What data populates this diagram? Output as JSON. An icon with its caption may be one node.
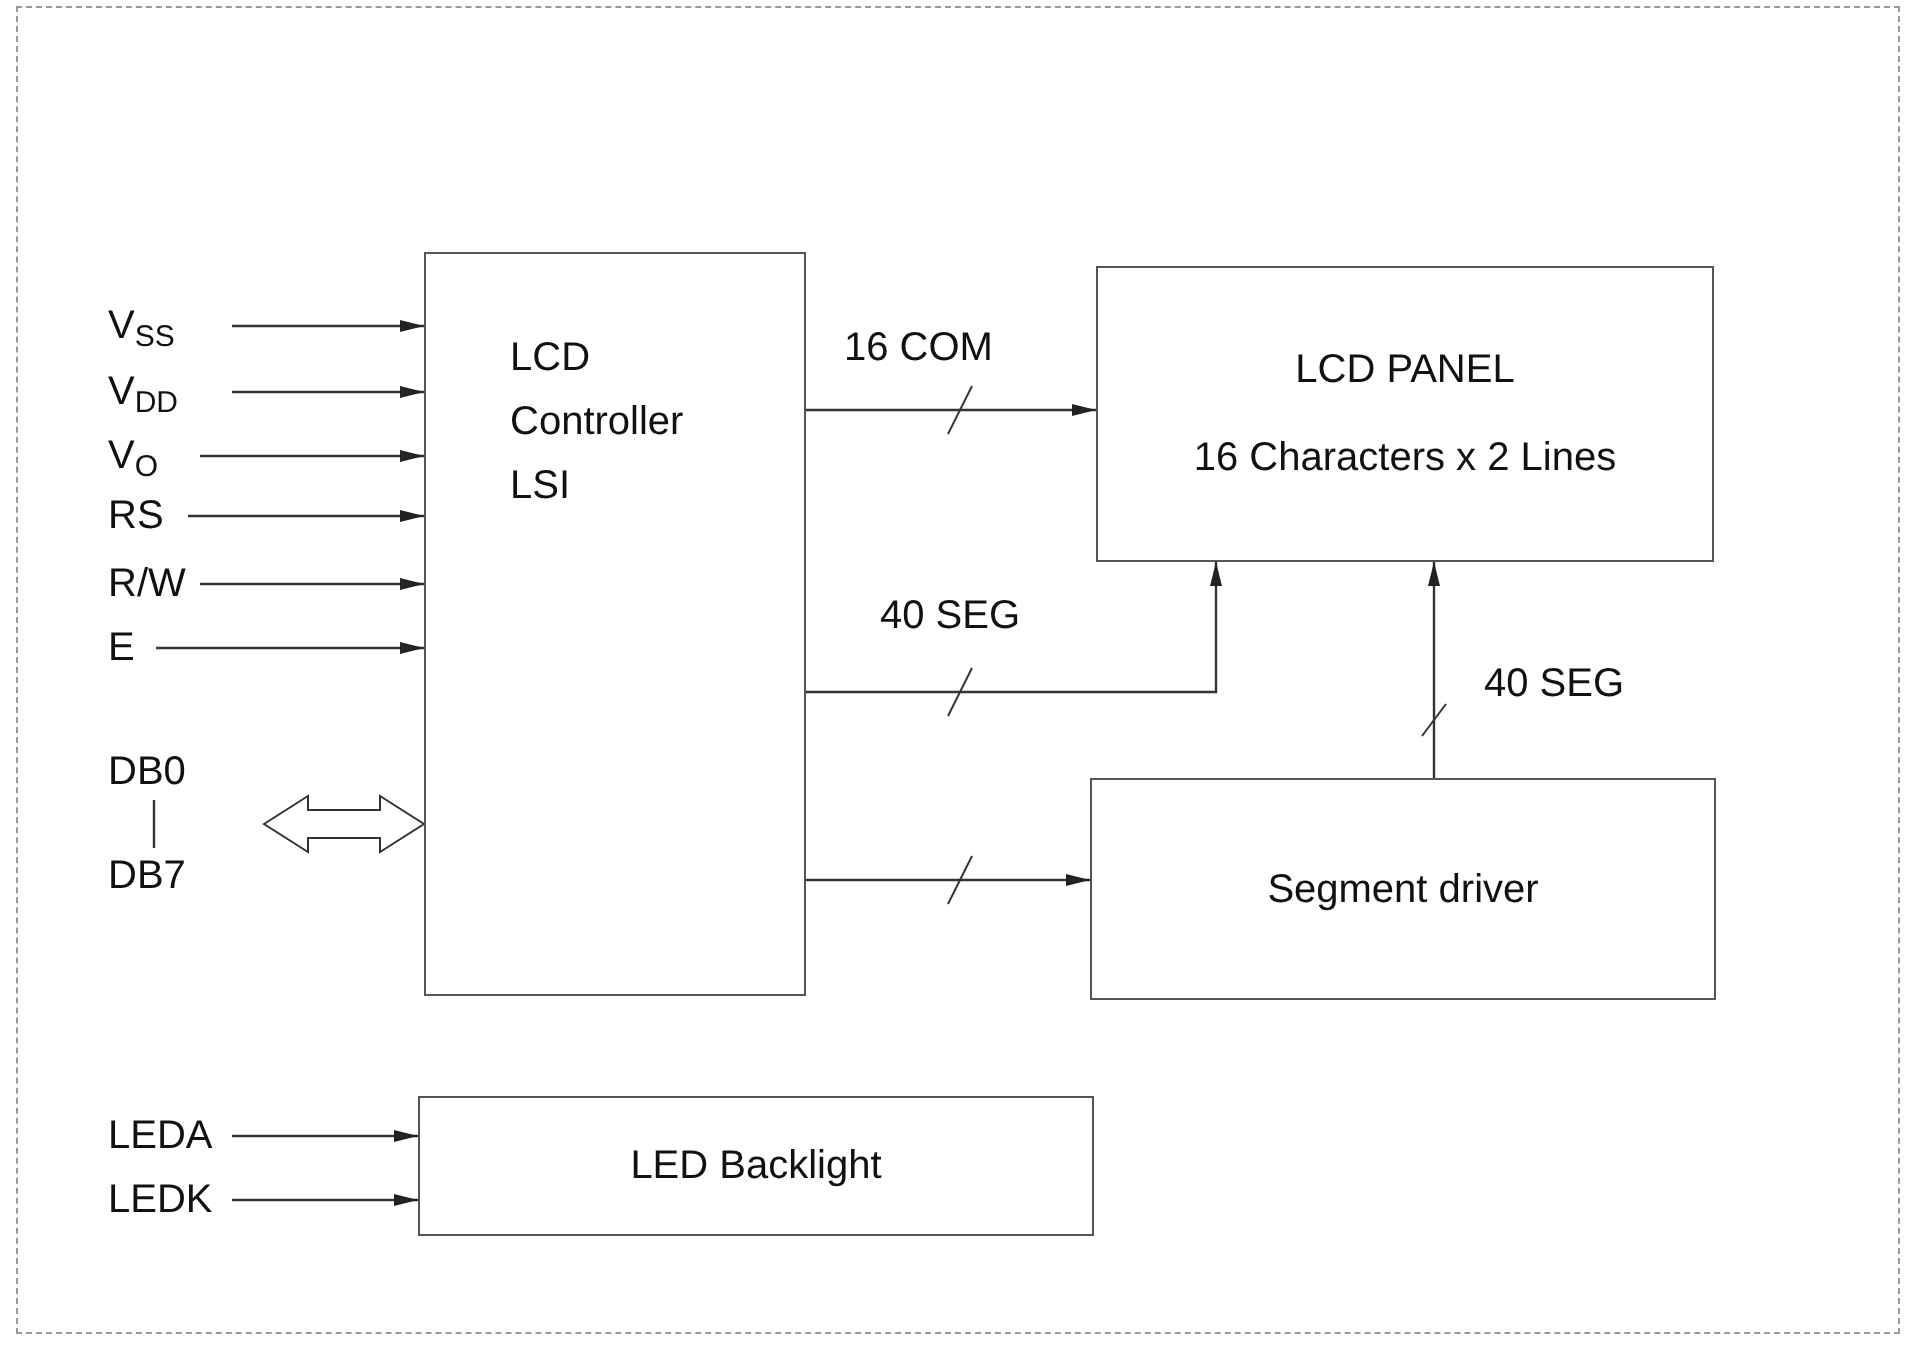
{
  "diagram": {
    "nodes": [
      {
        "text": [
          "LCD Controller LSI"
        ]
      },
      {
        "text": [
          "LCD PANEL",
          "16 Characters x 2 Lines"
        ]
      },
      {
        "text": [
          "Segment driver"
        ]
      },
      {
        "text": [
          "LED Backlight"
        ]
      },
      {
        "text": [
          "V$_{SS}$"
        ]
      },
      {
        "text": [
          "V$_{DD}$"
        ]
      },
      {
        "text": [
          "V$_{O}$"
        ]
      },
      {
        "text": [
          "RS"
        ]
      },
      {
        "text": [
          "R/W"
        ]
      },
      {
        "text": [
          "E"
        ]
      },
      {
        "text": [
          "DB0"
        ]
      },
      {
        "text": [
          "DB7"
        ]
      },
      {
        "text": [
          "LEDA"
        ]
      },
      {
        "text": [
          "LEDK"
        ]
      }
    ],
    "edges": [
      {
        "from": 4,
        "to": 0,
        "arrow": "to"
      },
      {
        "from": 5,
        "to": 0,
        "arrow": "to"
      },
      {
        "from": 6,
        "to": 0,
        "arrow": "to"
      },
      {
        "from": 7,
        "to": 0,
        "arrow": "to"
      },
      {
        "from": 8,
        "to": 0,
        "arrow": "to"
      },
      {
        "from": 9,
        "to": 0,
        "arrow": "to"
      },
      {
        "from": null,
        "to": 0,
        "arrow": "both",
        "style": "thick"
      },
      {
        "from": 0,
        "to": 1,
        "arrow": "to",
        "label": "16 COM"
      },
      {
        "from": 0,
        "to": 1,
        "arrow": "to",
        "label": "40 SEG"
      },
      {
        "from": 0,
        "to": 2,
        "arrow": "to"
      },
      {
        "from": 2,
        "to": 1,
        "arrow": "to",
        "label": "40 SEG"
      },
      {
        "from": 10,
        "to": 11,
        "arrow": "none"
      },
      {
        "from": 12,
        "to": 3,
        "arrow": "to"
      },
      {
        "from": 13,
        "to": 3,
        "arrow": "to"
      }
    ]
  }
}
